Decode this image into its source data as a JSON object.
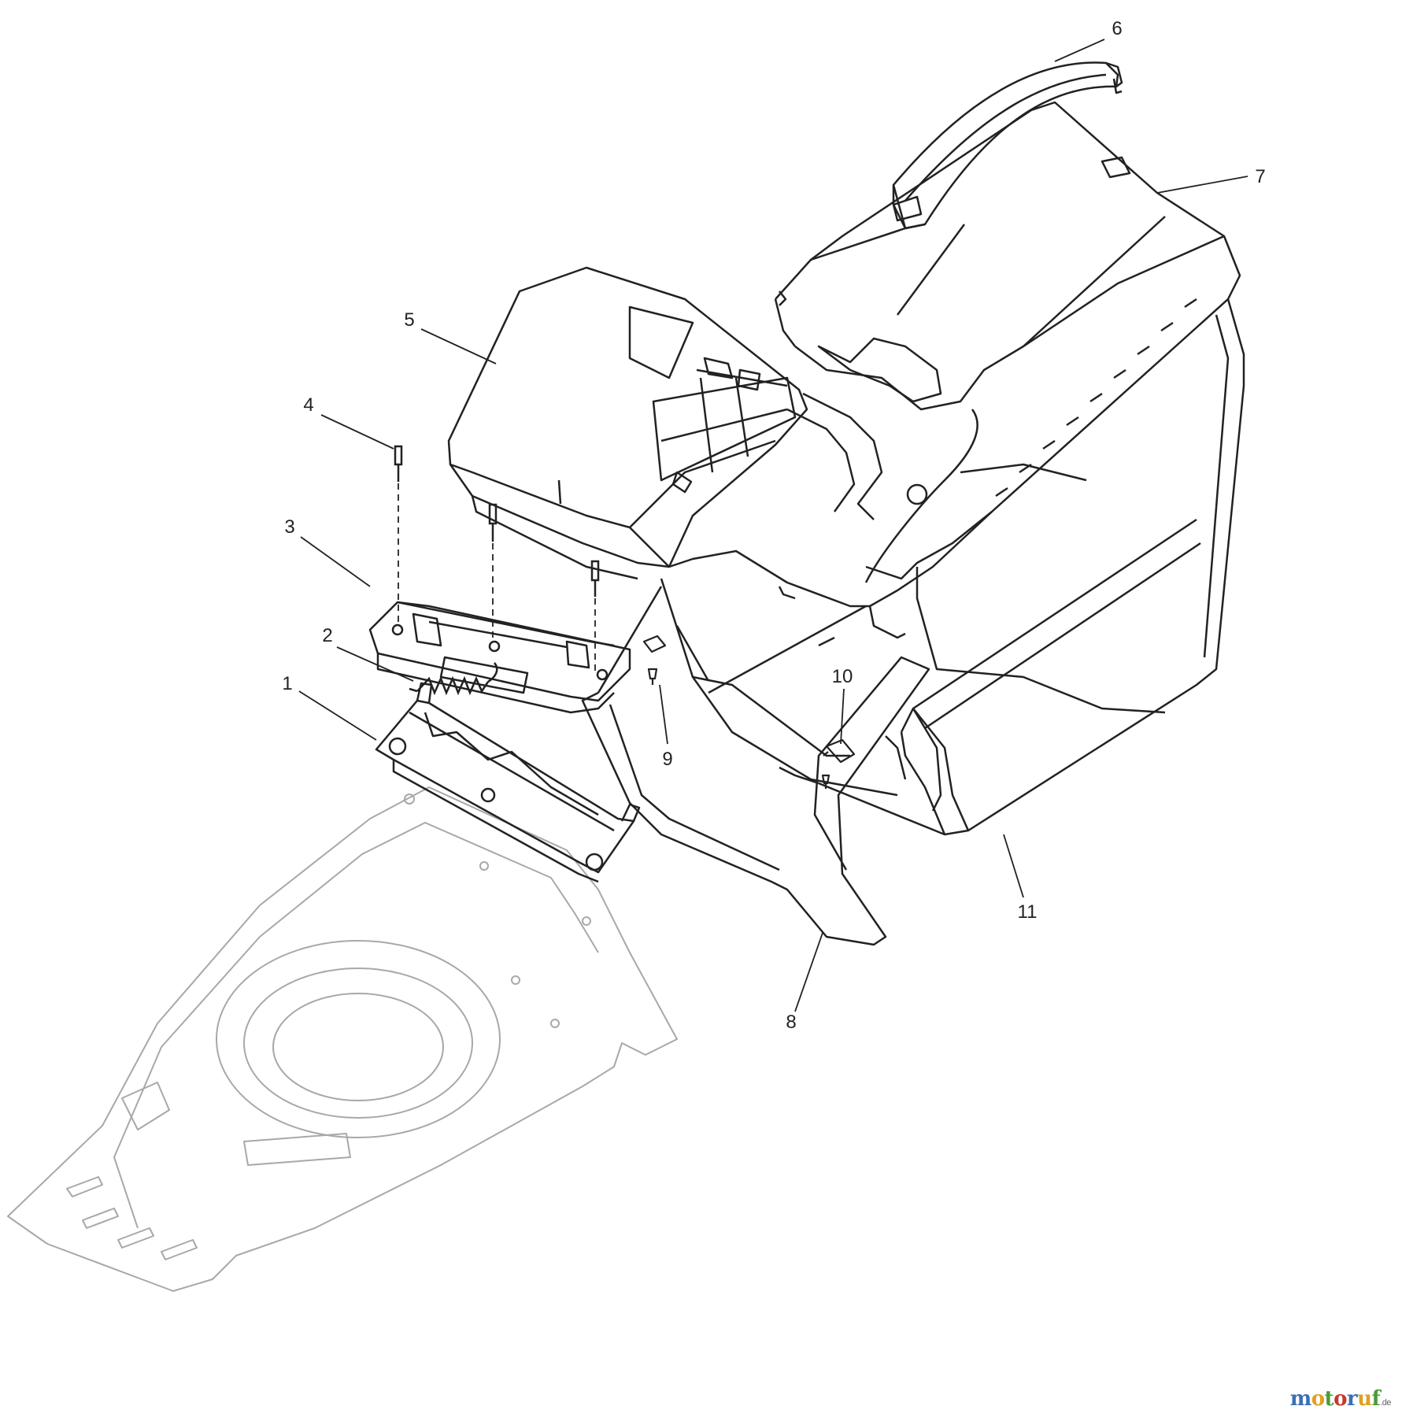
{
  "callouts": [
    {
      "id": "1",
      "label": "1"
    },
    {
      "id": "2",
      "label": "2"
    },
    {
      "id": "3",
      "label": "3"
    },
    {
      "id": "4",
      "label": "4"
    },
    {
      "id": "5",
      "label": "5"
    },
    {
      "id": "6",
      "label": "6"
    },
    {
      "id": "7",
      "label": "7"
    },
    {
      "id": "8",
      "label": "8"
    },
    {
      "id": "9",
      "label": "9"
    },
    {
      "id": "10",
      "label": "10"
    },
    {
      "id": "11",
      "label": "11"
    }
  ],
  "watermark": {
    "letters": [
      "m",
      "o",
      "t",
      "o",
      "r",
      "u",
      "f"
    ],
    "suffix": ".de"
  },
  "colors": {
    "line": "#222222",
    "light_line": "#9a9a9a"
  }
}
